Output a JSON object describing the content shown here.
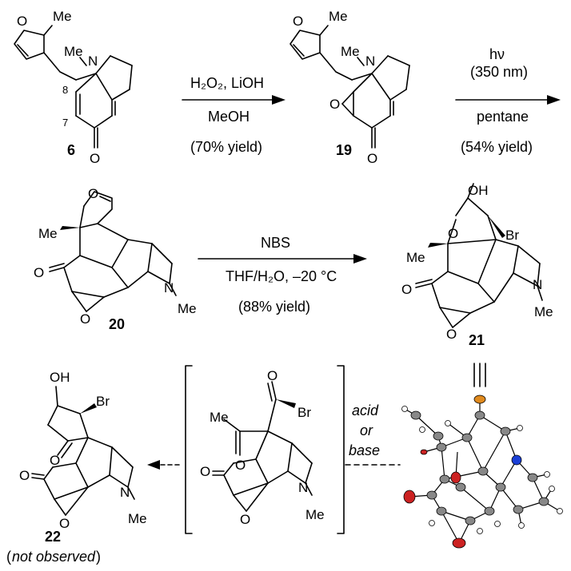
{
  "compounds": {
    "c6": {
      "label": "6"
    },
    "c19": {
      "label": "19"
    },
    "c20": {
      "label": "20"
    },
    "c21": {
      "label": "21"
    },
    "c22": {
      "label": "22",
      "note": "not observed"
    }
  },
  "atoms": {
    "O": "O",
    "N": "N",
    "Me": "Me",
    "Br": "Br",
    "OH": "OH",
    "pos8": "8",
    "pos7": "7"
  },
  "reactions": {
    "r1": {
      "reagents": "H₂O₂, LiOH",
      "solvent": "MeOH",
      "yield": "(70% yield)"
    },
    "r2": {
      "reagents": "hν",
      "wavelength": "(350 nm)",
      "solvent": "pentane",
      "yield": "(54% yield)"
    },
    "r3": {
      "reagents": "NBS",
      "solvent": "THF/H₂O, –20 °C",
      "yield": "(88% yield)"
    },
    "r4": {
      "condition_1": "acid",
      "condition_2": "or",
      "condition_3": "base"
    }
  },
  "colors": {
    "oxygen": "#cc2222",
    "nitrogen": "#1a3fd6",
    "bromine": "#e08a1e",
    "carbon": "#888888",
    "hydrogen": "#ffffff"
  }
}
